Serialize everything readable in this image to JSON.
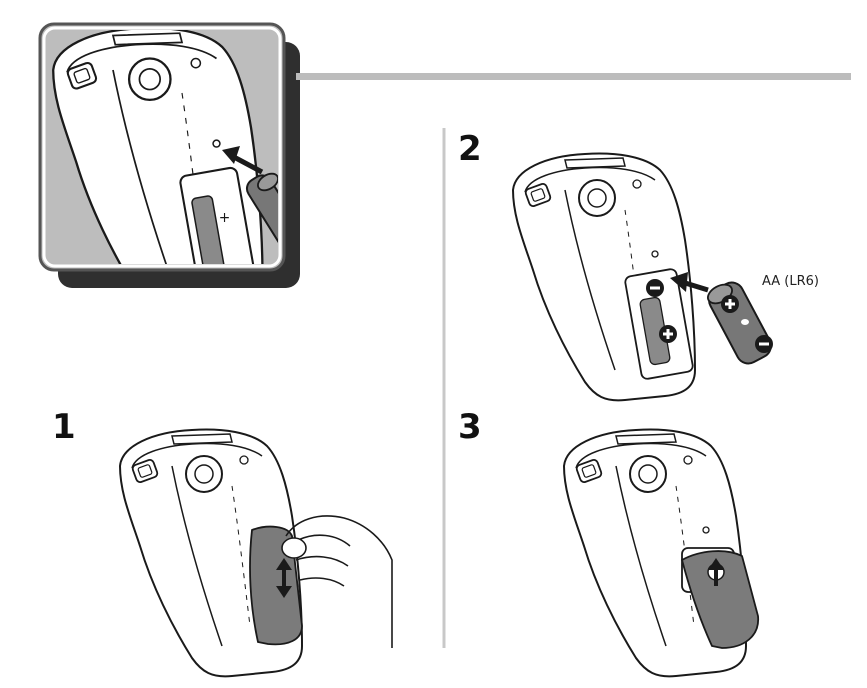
{
  "steps": [
    {
      "number": "1"
    },
    {
      "number": "2"
    },
    {
      "number": "3"
    }
  ],
  "battery_label": "AA (LR6)",
  "colors": {
    "line": "#1a1a1a",
    "cover": "#7b7b7b",
    "thumb_bg": "#bdbdbd",
    "thumb_shadow": "#2f2f2f",
    "rule": "#bcbcbc",
    "divider": "#c8c8c8"
  }
}
